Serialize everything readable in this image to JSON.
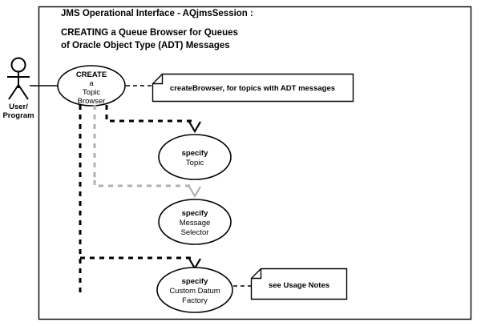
{
  "diagram": {
    "type": "uml-use-case-diagram",
    "title_lines": [
      "JMS Operational Interface - AQjmsSession :",
      "CREATING a Queue Browser for Queues",
      "of Oracle Object Type (ADT) Messages"
    ],
    "colors": {
      "stroke": "#000000",
      "secondary_stroke": "#b0b0b0",
      "background": "#ffffff"
    },
    "actor": {
      "name": "user-program-actor",
      "label_lines": [
        "User/",
        "Program"
      ]
    },
    "use_cases": [
      {
        "id": "create-topic-browser",
        "lines": [
          "CREATE",
          "a",
          "Topic",
          "Browser"
        ],
        "bold_first": true
      },
      {
        "id": "specify-topic",
        "lines": [
          "specify",
          "Topic"
        ],
        "bold_first": true
      },
      {
        "id": "specify-message-selector",
        "lines": [
          "specify",
          "Message",
          "Selector"
        ],
        "bold_first": true
      },
      {
        "id": "specify-custom-datum-factory",
        "lines": [
          "specify",
          "Custom Datum",
          "Factory"
        ],
        "bold_first": true
      }
    ],
    "notes": [
      {
        "id": "create-browser-note",
        "text": "createBrowser, for topics with ADT messages"
      },
      {
        "id": "usage-notes-note",
        "text": "see Usage Notes"
      }
    ],
    "connections": [
      {
        "from": "user-program-actor",
        "to": "create-topic-browser",
        "style": "solid"
      },
      {
        "from": "create-topic-browser",
        "to": "create-browser-note",
        "style": "dashed-short"
      },
      {
        "from": "create-topic-browser",
        "to": "specify-topic",
        "style": "dashed",
        "color": "#000000",
        "arrow": "open-v"
      },
      {
        "from": "create-topic-browser",
        "to": "specify-message-selector",
        "style": "dashed",
        "color": "#b0b0b0",
        "arrow": "open-v"
      },
      {
        "from": "create-topic-browser",
        "to": "specify-custom-datum-factory",
        "style": "dashed",
        "color": "#000000",
        "arrow": "open-v"
      },
      {
        "from": "specify-custom-datum-factory",
        "to": "usage-notes-note",
        "style": "dashed-short"
      }
    ]
  }
}
